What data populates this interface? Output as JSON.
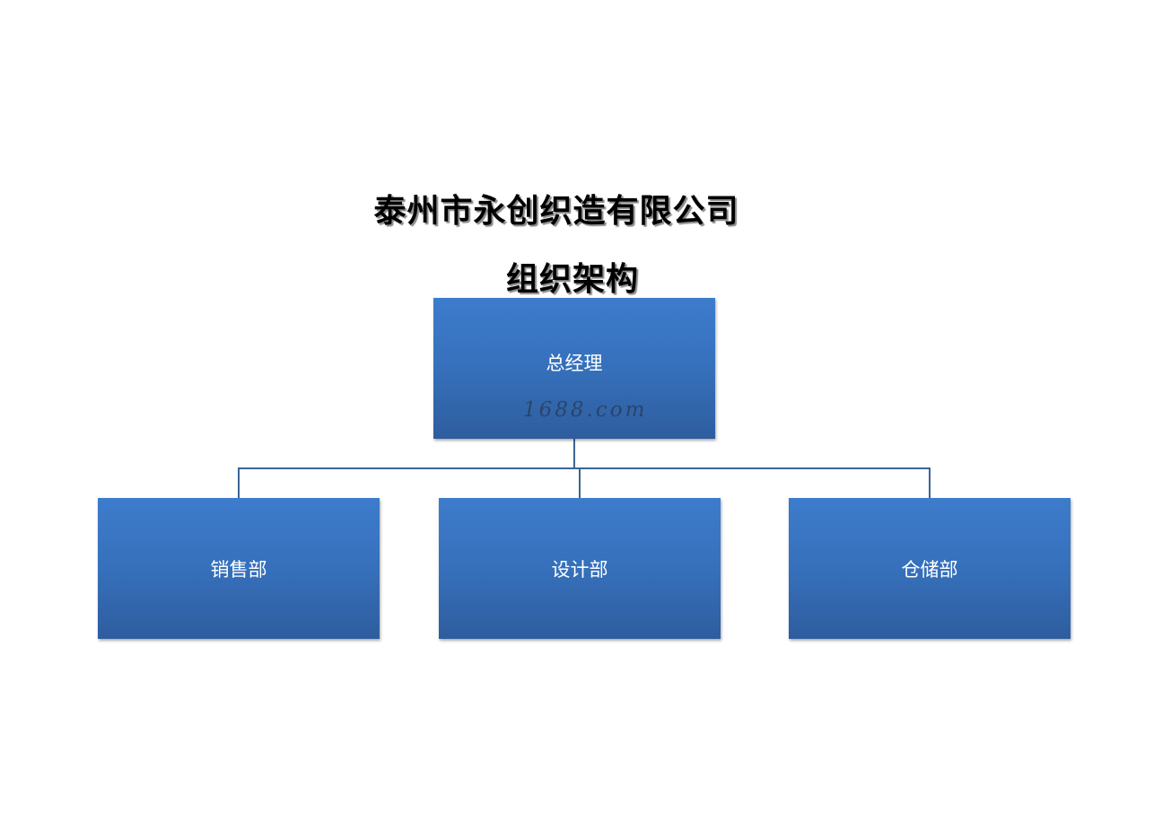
{
  "title": {
    "company": "泰州市永创织造有限公司",
    "subtitle": "组织架构"
  },
  "org_chart": {
    "root": {
      "label": "总经理",
      "watermark": "1688.com"
    },
    "children": [
      {
        "label": "销售部"
      },
      {
        "label": "设计部"
      },
      {
        "label": "仓储部"
      }
    ]
  },
  "colors": {
    "box_top": "#3d7ccc",
    "box_bottom": "#2e5d9e",
    "connector": "#3a6596",
    "text_on_box": "#ffffff"
  }
}
